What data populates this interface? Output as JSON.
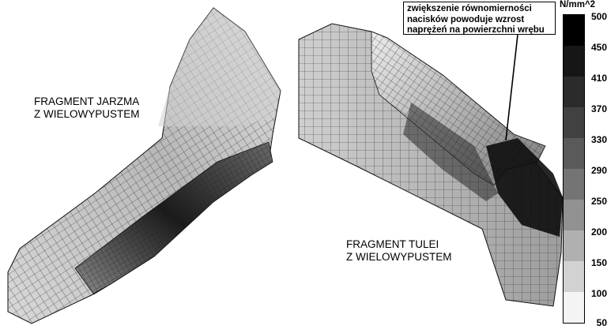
{
  "labels": {
    "jarzma_line1": "FRAGMENT JARZMA",
    "jarzma_line2": "Z WIELOWYPUSTEM",
    "tulei_line1": "FRAGMENT TULEI",
    "tulei_line2": "Z WIELOWYPUSTEM"
  },
  "callout": {
    "line1": "zwiększenie równomierności",
    "line2": "nacisków powoduje wzrost",
    "line3": "naprężeń na powierzchni wrębu"
  },
  "scale": {
    "unit": "N/mm^2",
    "ticks": [
      "500",
      "450",
      "410",
      "370",
      "330",
      "290",
      "250",
      "200",
      "150",
      "100",
      "50"
    ],
    "colors": [
      "#000000",
      "#161616",
      "#2b2b2b",
      "#414141",
      "#5a5a5a",
      "#747474",
      "#919191",
      "#b0b0b0",
      "#d2d2d2",
      "#f4f4f4"
    ]
  },
  "colors": {
    "mesh_line": "#222222",
    "surface_light": "#e6e6e6",
    "surface_mid": "#9a9a9a",
    "surface_dark": "#111111"
  }
}
